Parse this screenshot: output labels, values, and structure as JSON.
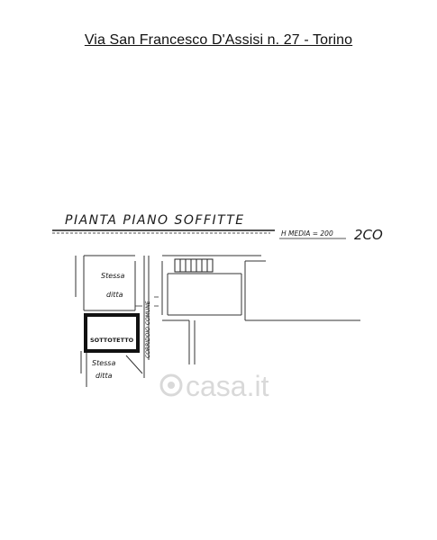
{
  "header": {
    "address": "Via San Francesco D'Assisi n. 27 - Torino"
  },
  "plan": {
    "title": "PIANTA PIANO SOFFITTE",
    "height_note": "H MEDIA = 200",
    "height_value": "2CO",
    "rooms": {
      "stessa_ditta_top_line1": "Stessa",
      "stessa_ditta_top_line2": "ditta",
      "sottotetto": "SOTTOTETTO",
      "stessa_ditta_bottom_line1": "Stessa",
      "stessa_ditta_bottom_line2": "ditta",
      "corridoio": "CORRIDOIO COMUNE"
    }
  },
  "watermark": {
    "text": "casa.it"
  }
}
